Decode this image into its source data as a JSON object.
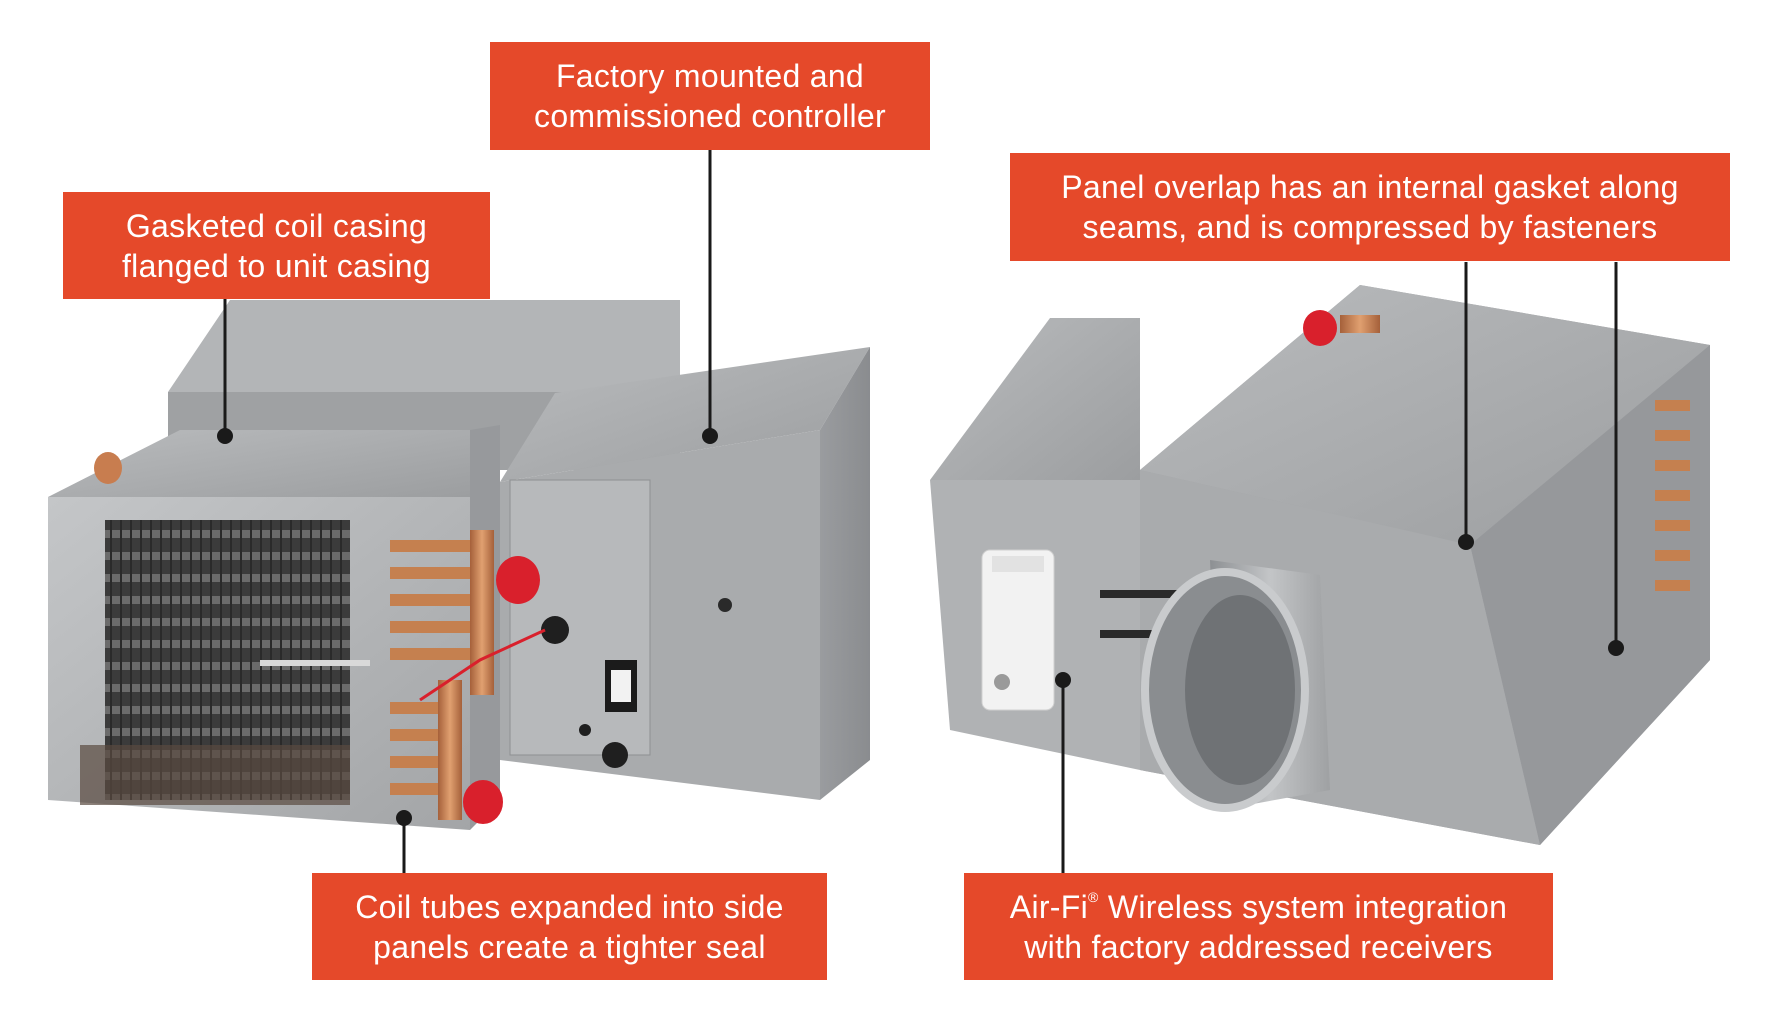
{
  "colors": {
    "accent": "#e5492a",
    "leader": "#1a1a1a",
    "metal": "#a9abad",
    "copper": "#c87d4f",
    "cap": "#d9202c"
  },
  "callouts": {
    "controller": {
      "line1": "Factory mounted and",
      "line2": "commissioned controller"
    },
    "gasketed": {
      "line1": "Gasketed coil casing",
      "line2": "flanged to unit casing"
    },
    "coil_tubes": {
      "line1": "Coil tubes expanded into side",
      "line2": "panels create a tighter seal"
    },
    "panel_overlap": {
      "line1": "Panel overlap has an internal gasket along",
      "line2": "seams, and is compressed by fasteners"
    },
    "airfi": {
      "line1a": "Air-Fi",
      "mark": "®",
      "line1b": " Wireless system integration",
      "line2": "with factory addressed receivers"
    }
  },
  "images": [
    {
      "name": "terminal-unit-with-hot-water-coil",
      "kind": "product photo"
    },
    {
      "name": "terminal-unit-with-round-inlet",
      "kind": "product photo"
    }
  ]
}
